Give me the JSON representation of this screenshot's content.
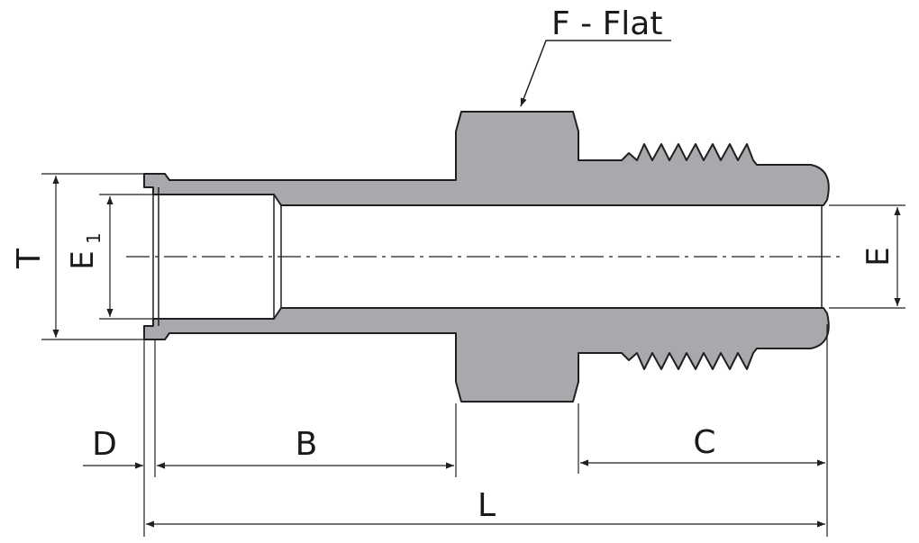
{
  "labels": {
    "flat": "F - Flat",
    "t": "T",
    "e1_main": "E",
    "e1_sub": "1",
    "e": "E",
    "d": "D",
    "b": "B",
    "c": "C",
    "l": "L"
  },
  "colors": {
    "body": "#a7a9ac",
    "outline": "#231f20",
    "background": "#ffffff"
  }
}
